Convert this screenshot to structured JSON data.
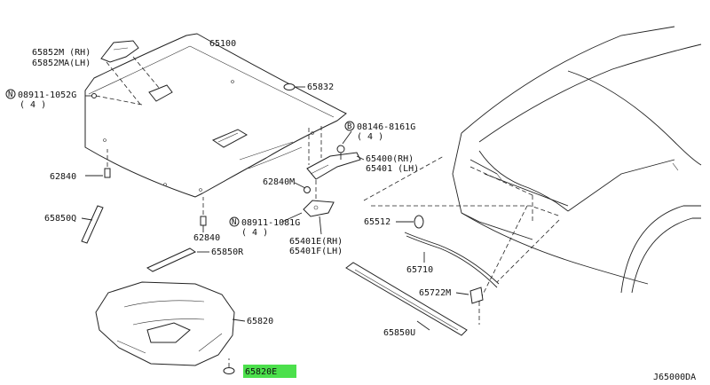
{
  "diagram": {
    "code": "J65000DA",
    "highlight_color": "#4ce04c",
    "labels": {
      "p65852m": "65852M (RH)",
      "p65852ma": "65852MA(LH)",
      "p65100": "65100",
      "p65832": "65832",
      "n08911_1052g": "08911-1052G",
      "n08911_1052g_qty": "( 4 )",
      "b08146": "08146-8161G",
      "b08146_qty": "( 4 )",
      "p65400": "65400(RH)",
      "p65401": "65401 (LH)",
      "p62840_left": "62840",
      "p62840m": "62840M",
      "n08911_1081g": "08911-1081G",
      "n08911_1081g_qty": "( 4 )",
      "p65850q": "65850Q",
      "p62840_bottom": "62840",
      "p65401e": "65401E(RH)",
      "p65401f": "65401F(LH)",
      "p65512": "65512",
      "p65850r": "65850R",
      "p65710": "65710",
      "p65722m": "65722M",
      "p65820": "65820",
      "p65850u": "65850U",
      "p65820e": "65820E"
    },
    "marker_n": "N",
    "marker_b": "B"
  }
}
